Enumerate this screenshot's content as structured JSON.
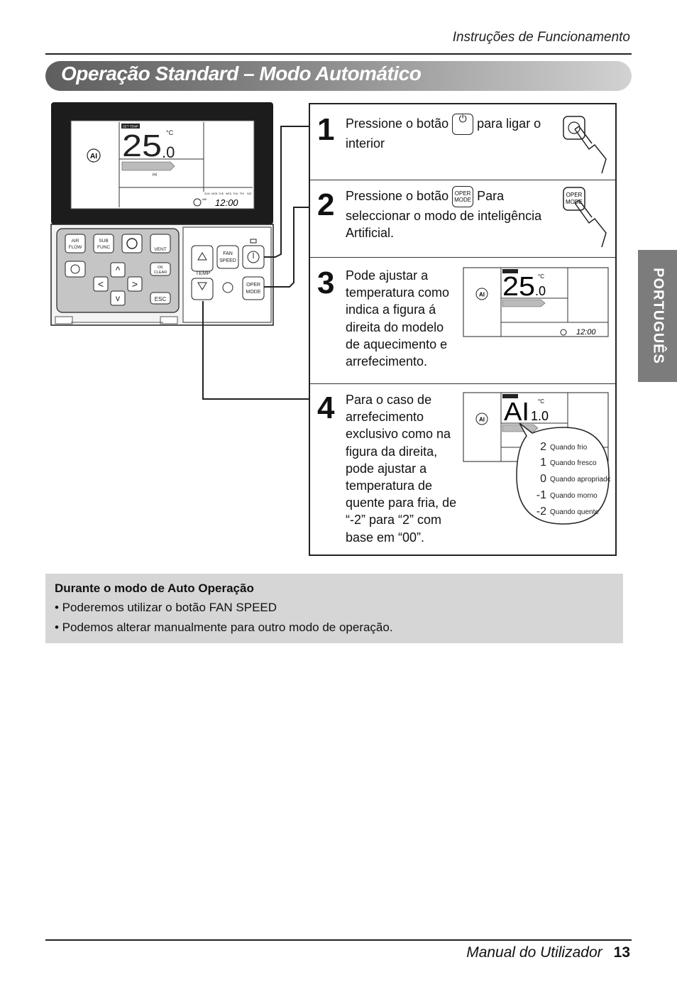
{
  "header": {
    "section": "Instruções de Funcionamento"
  },
  "title": "Operação Standard – Modo Automático",
  "side_tab": "PORTUGUÊS",
  "remote": {
    "display_temp": "25",
    "display_decimal": ".0",
    "unit": "°C",
    "set_temp_label": "SET TEMP",
    "fan_level": "HI",
    "ai_label": "AI",
    "clock_ampm": "AM",
    "clock_time": "12:00",
    "days": [
      "SUN",
      "MON",
      "TUE",
      "WED",
      "THU",
      "FRI",
      "SAT"
    ],
    "buttons": {
      "air_flow": [
        "AIR",
        "FLOW"
      ],
      "sub_func": [
        "SUB",
        "FUNC"
      ],
      "vent": "VENT",
      "ok_clear": [
        "OK",
        "CLEAR"
      ],
      "esc": "ESC",
      "fan_speed": [
        "FAN",
        "SPEED"
      ],
      "temp": "TEMP",
      "oper_mode": [
        "OPER",
        "MODE"
      ]
    }
  },
  "steps": [
    {
      "num": "1",
      "text_before": "Pressione o botão",
      "text_after": "para ligar o interior"
    },
    {
      "num": "2",
      "text_before": "Pressione o botão",
      "text_after": "Para seleccionar o modo de inteligência Artificial."
    },
    {
      "num": "3",
      "text_lines": [
        "Pode ajustar a",
        "temperatura como",
        "indica a figura á",
        "direita do modelo",
        "de aquecimento e",
        "arrefecimento."
      ]
    },
    {
      "num": "4",
      "text_lines": [
        "Para o caso de",
        "arrefecimento",
        "exclusivo como na",
        "figura da direita,",
        "pode ajustar a",
        "temperatura de",
        "quente para fria, de",
        "“-2” para “2” com",
        "base em “00”."
      ]
    }
  ],
  "step4_display": {
    "value": "AI",
    "decimal": "1.0"
  },
  "legend": [
    {
      "value": "2",
      "label": "Quando frio"
    },
    {
      "value": "1",
      "label": "Quando fresco"
    },
    {
      "value": "0",
      "label": "Quando apropriado"
    },
    {
      "value": "-1",
      "label": "Quando morno"
    },
    {
      "value": "-2",
      "label": "Quando quente"
    }
  ],
  "note": {
    "title": "Durante o modo de Auto Operação",
    "items": [
      "• Poderemos utilizar o botão FAN SPEED",
      "• Podemos alterar manualmente para outro modo de operação."
    ]
  },
  "footer": {
    "label": "Manual do Utilizador",
    "page": "13"
  }
}
